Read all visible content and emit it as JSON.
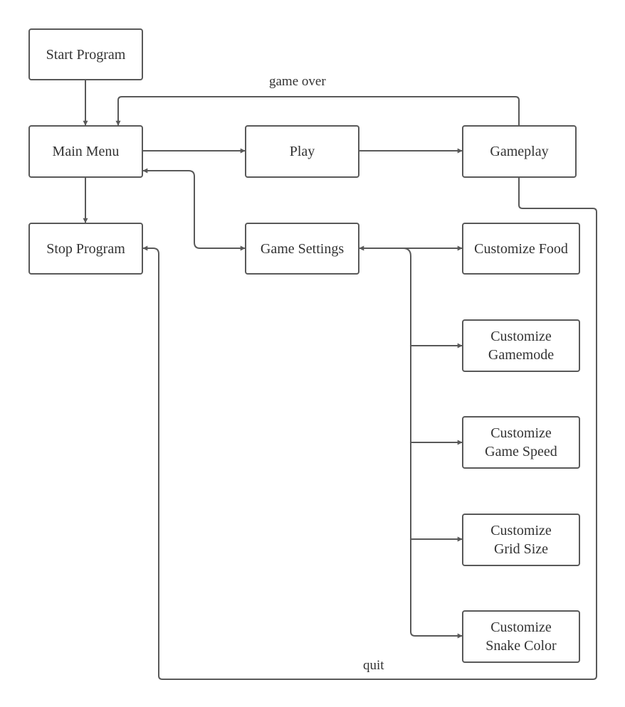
{
  "nodes": {
    "start_program": "Start Program",
    "main_menu": "Main Menu",
    "stop_program": "Stop Program",
    "play": "Play",
    "gameplay": "Gameplay",
    "game_settings": "Game Settings",
    "customize_food": "Customize Food",
    "customize_gamemode": {
      "line1": "Customize",
      "line2": "Gamemode"
    },
    "customize_game_speed": {
      "line1": "Customize",
      "line2": "Game Speed"
    },
    "customize_grid_size": {
      "line1": "Customize",
      "line2": "Grid Size"
    },
    "customize_snake_color": {
      "line1": "Customize",
      "line2": "Snake Color"
    }
  },
  "edge_labels": {
    "game_over": "game over",
    "quit": "quit"
  },
  "colors": {
    "line": "#595959",
    "text": "#333333",
    "background": "#ffffff"
  }
}
